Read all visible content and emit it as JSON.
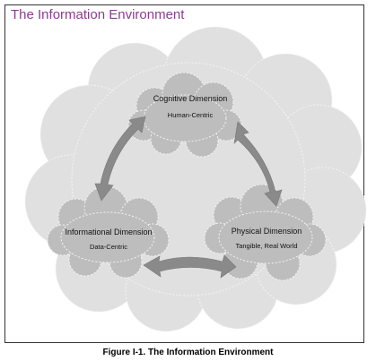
{
  "title": "The Information Environment",
  "caption": "Figure I-1.  The Information Environment",
  "nodes": {
    "cognitive": {
      "name": "Cognitive Dimension",
      "sub": "Human-Centric"
    },
    "informational": {
      "name": "Informational Dimension",
      "sub": "Data-Centric"
    },
    "physical": {
      "name": "Physical Dimension",
      "sub": "Tangible, Real World"
    }
  },
  "colors": {
    "title": "#8a3d8f",
    "outer_cloud": "#e0e0e0",
    "inner_cloud": "#bdbdbd",
    "arrow": "#8a8a8a",
    "cloud_outline": "#f4f4f4"
  },
  "icons": {
    "arrow_cognitive_physical": "double-arrow",
    "arrow_physical_informational": "double-arrow",
    "arrow_informational_cognitive": "double-arrow"
  }
}
